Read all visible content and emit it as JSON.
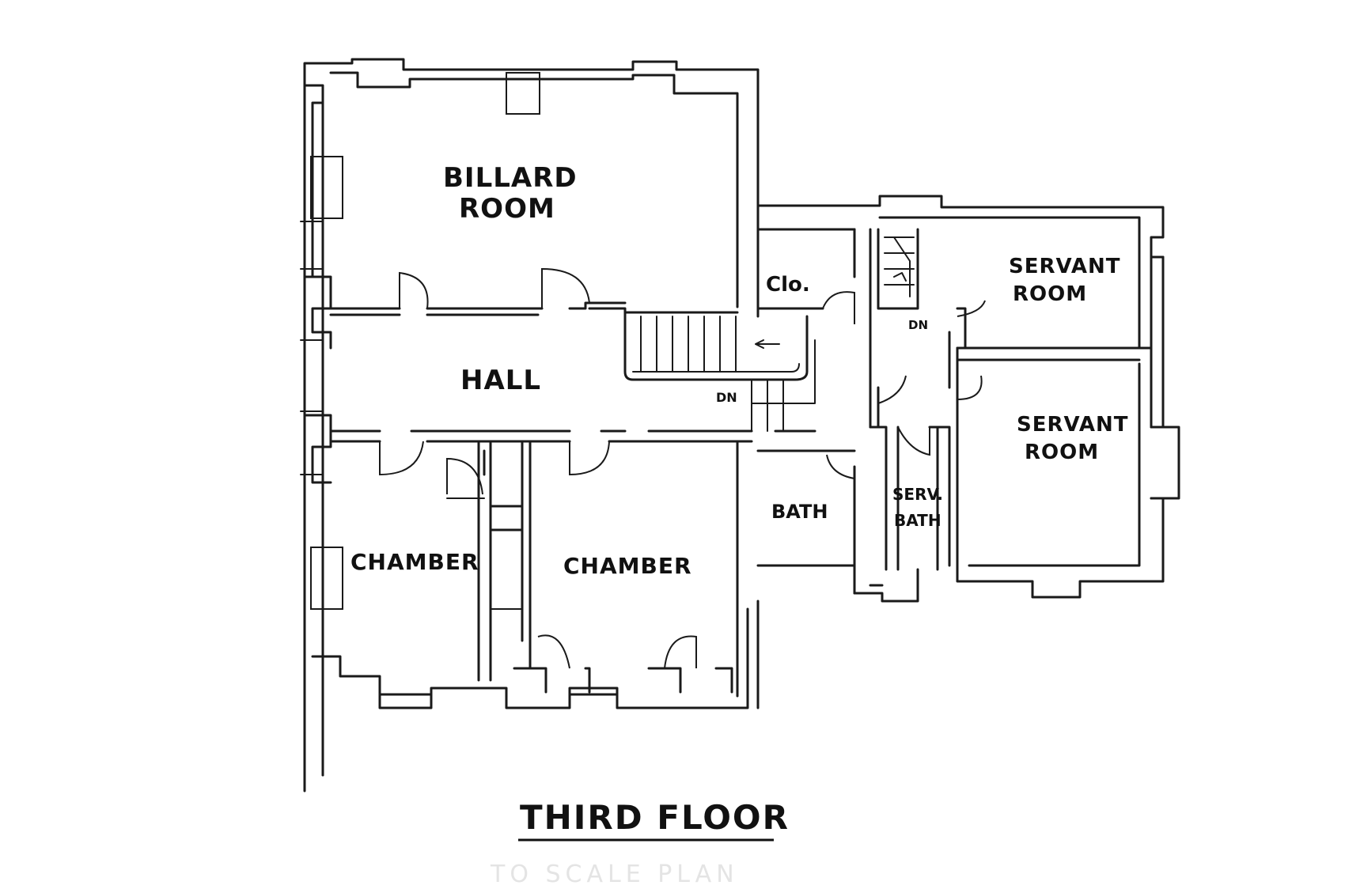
{
  "title": "THIRD FLOOR",
  "rooms": {
    "billiard": [
      "BILLARD",
      "ROOM"
    ],
    "hall": "HALL",
    "chamber_left": "CHAMBER",
    "chamber_right": "CHAMBER",
    "closet": "Clo.",
    "bath": "BATH",
    "serv_bath": [
      "SERV.",
      "BATH"
    ],
    "servant_room_upper": [
      "SERVANT",
      "ROOM"
    ],
    "servant_room_lower": [
      "SERVANT",
      "ROOM"
    ]
  },
  "stair_labels": {
    "main": "DN",
    "service": "DN"
  },
  "faint_text": "TO SCALE PLAN"
}
